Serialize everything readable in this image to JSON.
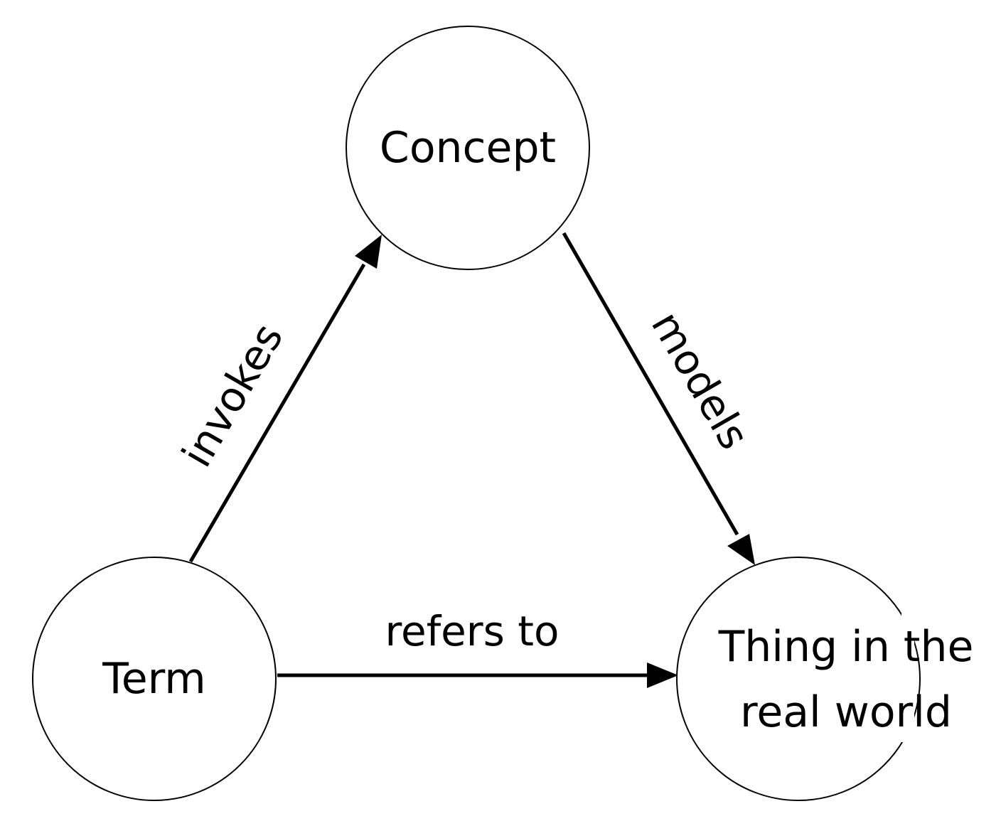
{
  "nodes": {
    "concept": {
      "label": "Concept"
    },
    "term": {
      "label": "Term"
    },
    "thing": {
      "line1": "Thing in the",
      "line2": "real world"
    }
  },
  "edges": {
    "invokes": {
      "label": "invokes"
    },
    "models": {
      "label": "models"
    },
    "refers_to": {
      "label": "refers to"
    }
  },
  "colors": {
    "stroke": "#000000",
    "background": "#ffffff"
  }
}
